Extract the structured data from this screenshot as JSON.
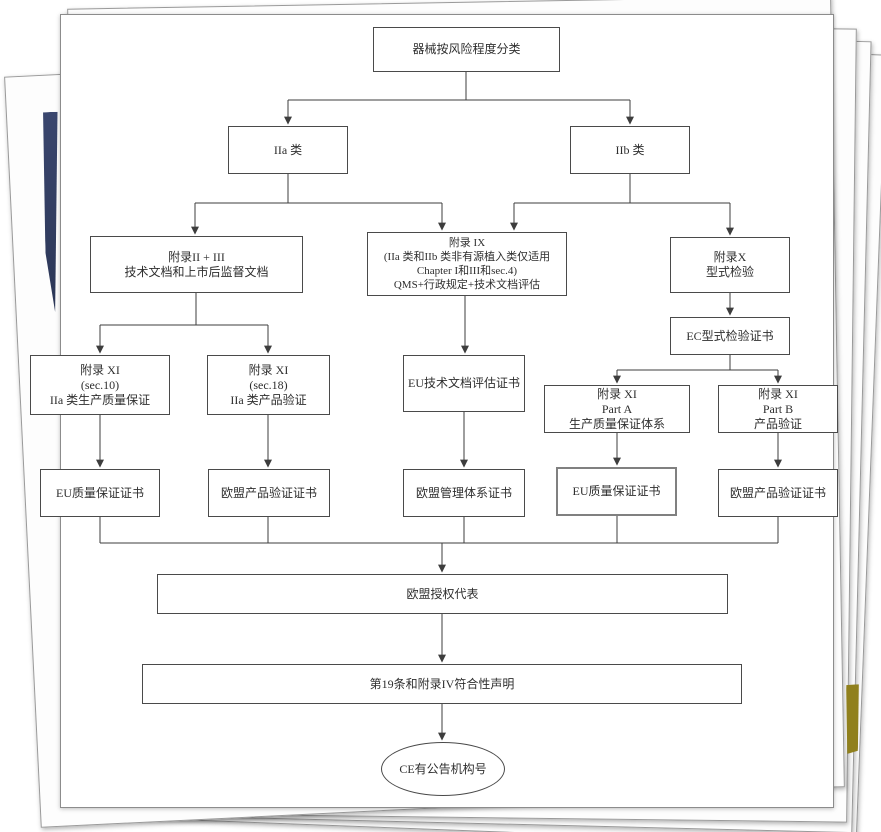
{
  "flowchart": {
    "nodes": {
      "root": "器械按风险程度分类",
      "class_iia": "IIa 类",
      "class_iib": "IIb 类",
      "annex_2_3": "附录II + III\n技术文档和上市后监督文档",
      "annex_9": "附录 IX\n(IIa 类和IIb 类非有源植入类仅适用\nChapter I和III和sec.4)\nQMS+行政规定+技术文档评估",
      "annex_10": "附录X\n型式检验",
      "annex_11_sec10": "附录 XI\n(sec.10)\nIIa 类生产质量保证",
      "annex_11_sec18": "附录 XI\n(sec.18)\nIIa 类产品验证",
      "eu_techdoc_cert": "EU技术文档评估证书",
      "ec_type_cert": "EC型式检验证书",
      "annex_11_part_a": "附录 XI\nPart A\n生产质量保证体系",
      "annex_11_part_b": "附录 XI\nPart B\n产品验证",
      "eu_qa_cert_left": "EU质量保证证书",
      "eu_product_cert_left": "欧盟产品验证证书",
      "eu_system_cert": "欧盟管理体系证书",
      "eu_qa_cert_right": "EU质量保证证书",
      "eu_product_cert_right": "欧盟产品验证证书",
      "eu_authorized_rep": "欧盟授权代表",
      "declaration": "第19条和附录IV符合性声明",
      "ce_mark": "CE有公告机构号"
    },
    "colors": {
      "line": "#3d3d3d",
      "box_border": "#4a4a4a",
      "highlight_border": "#808080",
      "text": "#2e2e2e",
      "page_edge_navy": "#333f63",
      "page_edge_olive": "#90801d"
    }
  }
}
